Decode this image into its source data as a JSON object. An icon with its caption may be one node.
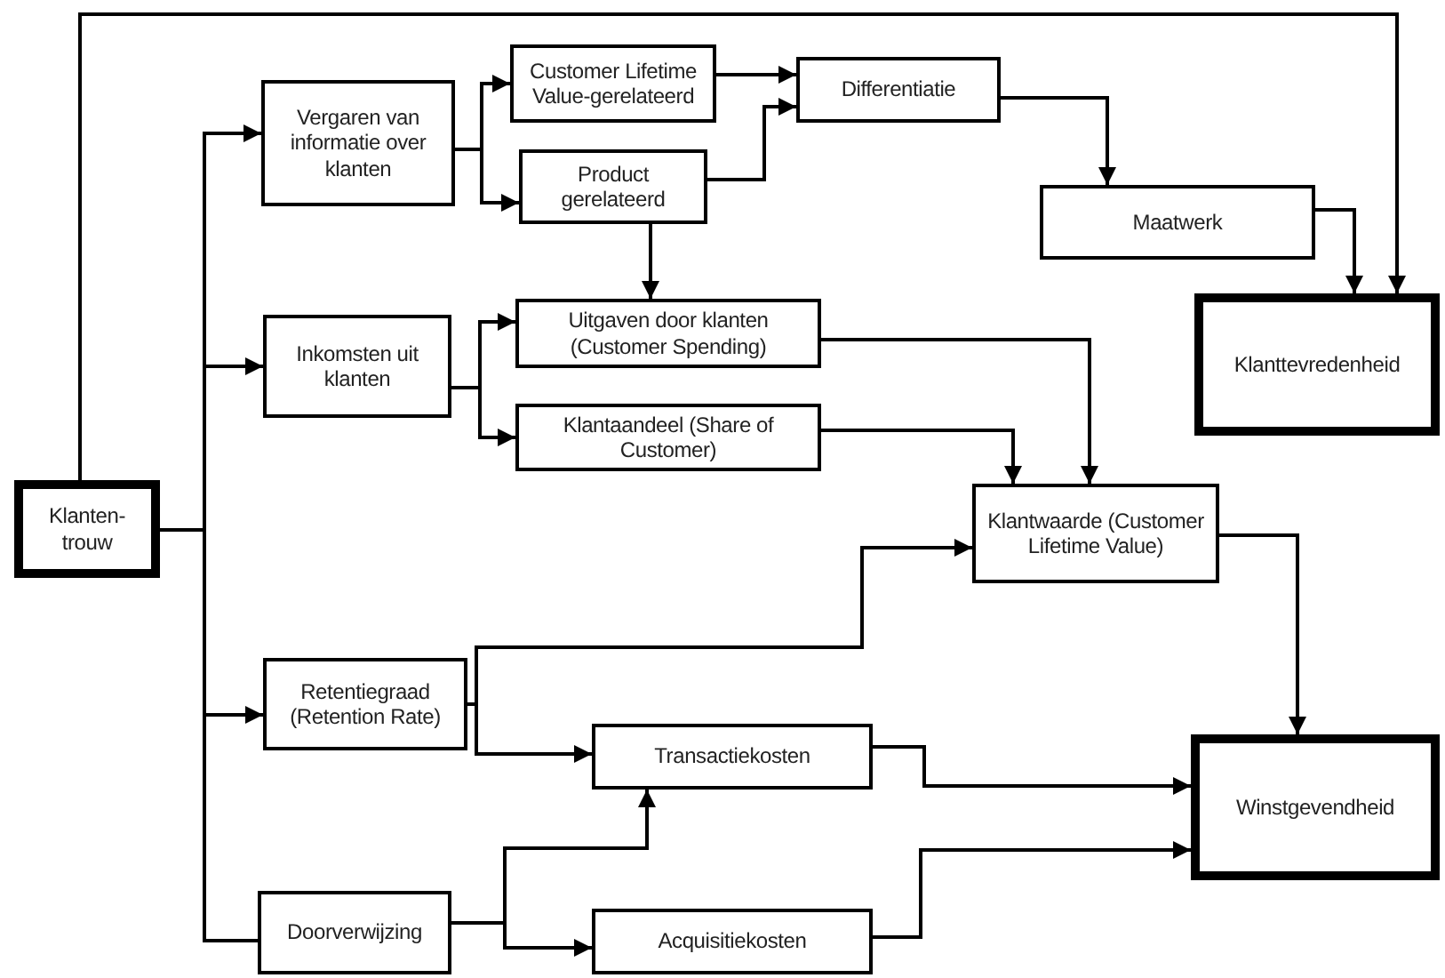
{
  "diagram": {
    "nodes": [
      {
        "text": [
          "Klanten- trouw"
        ]
      },
      {
        "text": [
          "Vergaren van informatie over klanten"
        ]
      },
      {
        "text": [
          "Inkomsten uit klanten"
        ]
      },
      {
        "text": [
          "Retentiegraad (Retention Rate)"
        ]
      },
      {
        "text": [
          "Doorverwijzing"
        ]
      },
      {
        "text": [
          "Customer Lifetime Value-gerelateerd"
        ]
      },
      {
        "text": [
          "Product gerelateerd"
        ]
      },
      {
        "text": [
          "Differentiatie"
        ]
      },
      {
        "text": [
          "Maatwerk"
        ]
      },
      {
        "text": [
          "Klanttevredenheid"
        ]
      },
      {
        "text": [
          "Uitgaven door klanten (Customer Spending)"
        ]
      },
      {
        "text": [
          "Klantaandeel (Share of Customer)"
        ]
      },
      {
        "text": [
          "Klantwaarde (Customer Lifetime Value)"
        ]
      },
      {
        "text": [
          "Transactiekosten"
        ]
      },
      {
        "text": [
          "Winstgevendheid"
        ]
      },
      {
        "text": [
          "Acquisitiekosten"
        ]
      }
    ],
    "edges": [
      {
        "from": 0,
        "to": 9,
        "arrow": "to"
      },
      {
        "from": 0,
        "to": 1,
        "arrow": "to"
      },
      {
        "from": 0,
        "to": 2,
        "arrow": "to"
      },
      {
        "from": 0,
        "to": 3,
        "arrow": "to"
      },
      {
        "from": 0,
        "to": 4,
        "arrow": "none"
      },
      {
        "from": 1,
        "to": 5,
        "arrow": "to"
      },
      {
        "from": 1,
        "to": 6,
        "arrow": "to"
      },
      {
        "from": 5,
        "to": 7,
        "arrow": "to"
      },
      {
        "from": 6,
        "to": 7,
        "arrow": "to"
      },
      {
        "from": 6,
        "to": 10,
        "arrow": "to"
      },
      {
        "from": 7,
        "to": 8,
        "arrow": "to"
      },
      {
        "from": 8,
        "to": 9,
        "arrow": "to"
      },
      {
        "from": 2,
        "to": 10,
        "arrow": "to"
      },
      {
        "from": 2,
        "to": 11,
        "arrow": "to"
      },
      {
        "from": 10,
        "to": 12,
        "arrow": "to"
      },
      {
        "from": 11,
        "to": 12,
        "arrow": "to"
      },
      {
        "from": 3,
        "to": 12,
        "arrow": "to"
      },
      {
        "from": 3,
        "to": 13,
        "arrow": "to"
      },
      {
        "from": 4,
        "to": 13,
        "arrow": "to"
      },
      {
        "from": 4,
        "to": 15,
        "arrow": "to"
      },
      {
        "from": 12,
        "to": 14,
        "arrow": "to"
      },
      {
        "from": 13,
        "to": 14,
        "arrow": "to"
      },
      {
        "from": 15,
        "to": 14,
        "arrow": "to"
      }
    ]
  }
}
